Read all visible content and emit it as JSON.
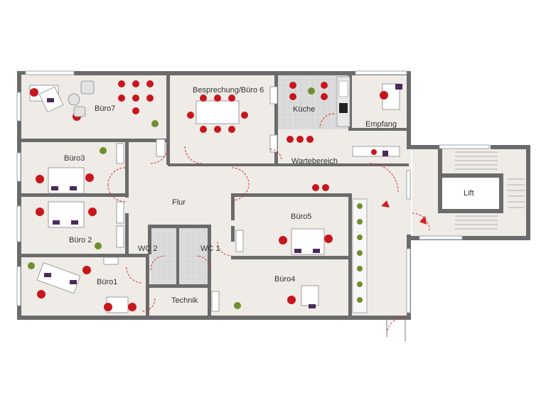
{
  "rooms": {
    "buero7": "Büro7",
    "besprechung": "Besprechung/Büro 6",
    "kueche": "Küche",
    "empfang": "Empfang",
    "buero3": "Büro3",
    "wartebereich": "Wartebereich",
    "lift": "Lift",
    "flur": "Flur",
    "buero5": "Büro5",
    "buero2": "Büro 2",
    "wc2": "WC 2",
    "wc1": "WC 1",
    "buero4": "Büro4",
    "buero1": "Büro1",
    "technik": "Technik"
  },
  "colors": {
    "wall": "#6b6b6b",
    "floor": "#efebe7",
    "tile": "#d8d8d8",
    "chair": "#c8161d",
    "desk": "#ffffff",
    "door": "#d11f1f",
    "plant": "#6e8f2d",
    "dark": "#4a2b5a",
    "window": "#cfd8dc"
  }
}
